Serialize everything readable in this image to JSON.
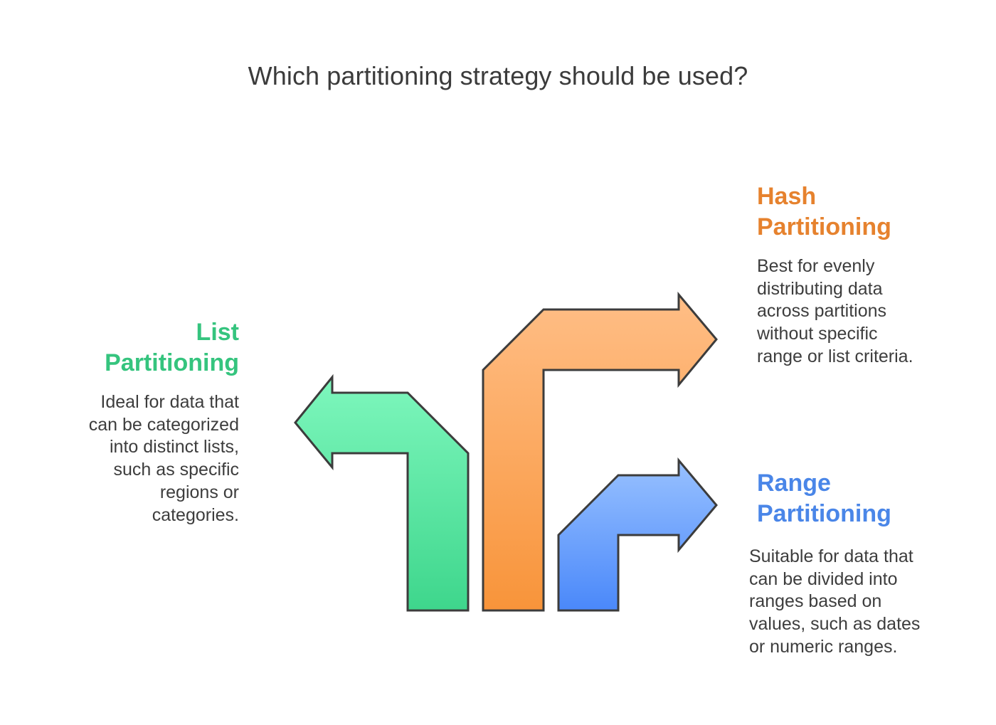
{
  "title": "Which partitioning strategy should be used?",
  "options": {
    "list": {
      "title_line1": "List",
      "title_line2": "Partitioning",
      "description": [
        "Ideal for data that",
        "can be categorized",
        "into distinct lists,",
        "such as specific",
        "regions or",
        "categories."
      ],
      "color_top": "#7ef7bd",
      "color_bottom": "#3ed68c"
    },
    "hash": {
      "title_line1": "Hash",
      "title_line2": "Partitioning",
      "description": [
        "Best for evenly",
        "distributing data",
        "across partitions",
        "without specific",
        "range or list criteria."
      ],
      "color_top": "#ffbe86",
      "color_bottom": "#f8943a"
    },
    "range": {
      "title_line1": "Range",
      "title_line2": "Partitioning",
      "description": [
        "Suitable for data that",
        "can be divided into",
        "ranges based on",
        "values, such as dates",
        "or numeric ranges."
      ],
      "color_top": "#98c1ff",
      "color_bottom": "#4a88fa"
    }
  },
  "stroke_color": "#3c3c3c"
}
